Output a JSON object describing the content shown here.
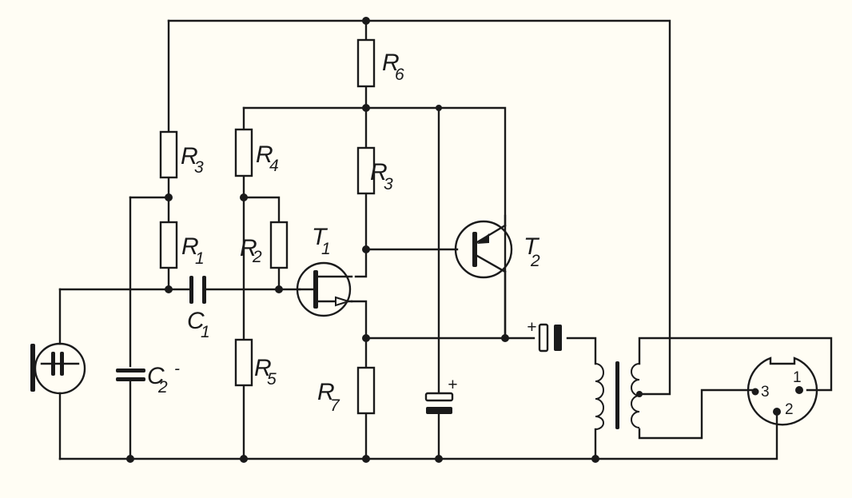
{
  "diagram": {
    "type": "circuit-schematic",
    "components": {
      "R6": {
        "letter": "R",
        "index": "6"
      },
      "R3_left": {
        "letter": "R",
        "index": "3"
      },
      "R3_right": {
        "letter": "R",
        "index": "3"
      },
      "R4": {
        "letter": "R",
        "index": "4"
      },
      "R1": {
        "letter": "R",
        "index": "1"
      },
      "R2": {
        "letter": "R",
        "index": "2"
      },
      "R5": {
        "letter": "R",
        "index": "5"
      },
      "R7": {
        "letter": "R",
        "index": "7"
      },
      "C1": {
        "letter": "C",
        "index": "1"
      },
      "C2": {
        "letter": "C",
        "index": "2",
        "polarity": "-"
      },
      "T1": {
        "letter": "T",
        "index": "1"
      },
      "T2": {
        "letter": "T",
        "index": "2"
      },
      "C_supply": {
        "polarity": "+"
      },
      "C_output": {
        "polarity": "+"
      },
      "connector": {
        "pins": [
          "1",
          "2",
          "3"
        ]
      }
    }
  }
}
